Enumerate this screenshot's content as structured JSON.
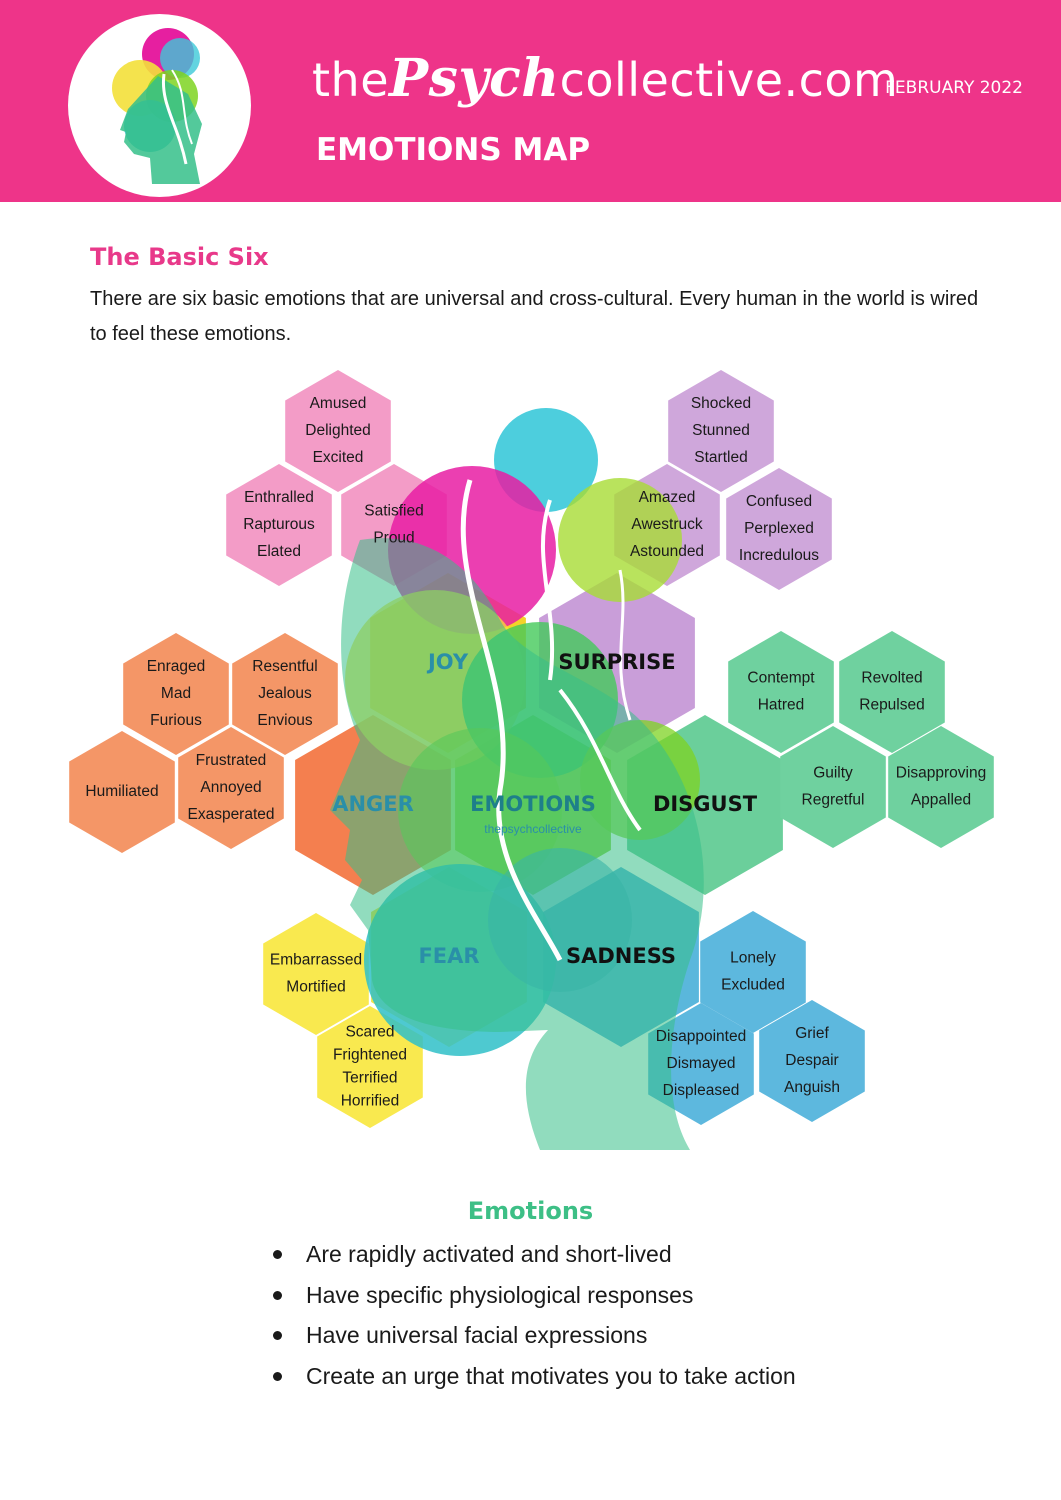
{
  "header": {
    "brand_prefix": "the",
    "brand_script": "Psych",
    "brand_suffix": "collective.com",
    "title": "EMOTIONS MAP",
    "date": "FEBRUARY 2022"
  },
  "intro": {
    "heading": "The Basic Six",
    "text": "There are six basic emotions that are universal and cross-cultural. Every human in the world is wired to feel these emotions."
  },
  "map": {
    "center": {
      "label": "EMOTIONS",
      "sub": "thepsychcollective"
    },
    "core": [
      {
        "label": "JOY",
        "color": "#f5d229"
      },
      {
        "label": "SURPRISE",
        "color": "#c99ed9"
      },
      {
        "label": "ANGER",
        "color": "#f47f4f"
      },
      {
        "label": "DISGUST",
        "color": "#6bcf9b"
      },
      {
        "label": "FEAR",
        "color": "#f3e346"
      },
      {
        "label": "SADNESS",
        "color": "#5ab7dc"
      }
    ],
    "leaves": [
      {
        "lines": [
          "Amused",
          "Delighted",
          "Excited"
        ],
        "color": "#f39cc7"
      },
      {
        "lines": [
          "Enthralled",
          "Rapturous",
          "Elated"
        ],
        "color": "#f39cc7"
      },
      {
        "lines": [
          "Satisfied",
          "Proud"
        ],
        "color": "#f39cc7"
      },
      {
        "lines": [
          "Shocked",
          "Stunned",
          "Startled"
        ],
        "color": "#cfa7db"
      },
      {
        "lines": [
          "Amazed",
          "Awestruck",
          "Astounded"
        ],
        "color": "#cfa7db"
      },
      {
        "lines": [
          "Confused",
          "Perplexed",
          "Incredulous"
        ],
        "color": "#cfa7db"
      },
      {
        "lines": [
          "Enraged",
          "Mad",
          "Furious"
        ],
        "color": "#f49667"
      },
      {
        "lines": [
          "Resentful",
          "Jealous",
          "Envious"
        ],
        "color": "#f49667"
      },
      {
        "lines": [
          "Humiliated"
        ],
        "color": "#f49667"
      },
      {
        "lines": [
          "Frustrated",
          "Annoyed",
          "Exasperated"
        ],
        "color": "#f49667"
      },
      {
        "lines": [
          "Contempt",
          "Hatred"
        ],
        "color": "#6fd19f"
      },
      {
        "lines": [
          "Revolted",
          "Repulsed"
        ],
        "color": "#6fd19f"
      },
      {
        "lines": [
          "Guilty",
          "Regretful"
        ],
        "color": "#6fd19f"
      },
      {
        "lines": [
          "Disapproving",
          "Appalled"
        ],
        "color": "#6fd19f"
      },
      {
        "lines": [
          "Embarrassed",
          "Mortified"
        ],
        "color": "#f9e94f"
      },
      {
        "lines": [
          "Scared",
          "Frightened",
          "Terrified",
          "Horrified"
        ],
        "color": "#f9e94f"
      },
      {
        "lines": [
          "Lonely",
          "Excluded"
        ],
        "color": "#5db8de"
      },
      {
        "lines": [
          "Disappointed",
          "Dismayed",
          "Displeased"
        ],
        "color": "#5db8de"
      },
      {
        "lines": [
          "Grief",
          "Despair",
          "Anguish"
        ],
        "color": "#5db8de"
      }
    ]
  },
  "emotions": {
    "heading": "Emotions",
    "bullets": [
      "Are rapidly activated and short-lived",
      "Have specific physiological responses",
      "Have universal facial expressions",
      "Create an urge that motivates you to take action"
    ]
  }
}
